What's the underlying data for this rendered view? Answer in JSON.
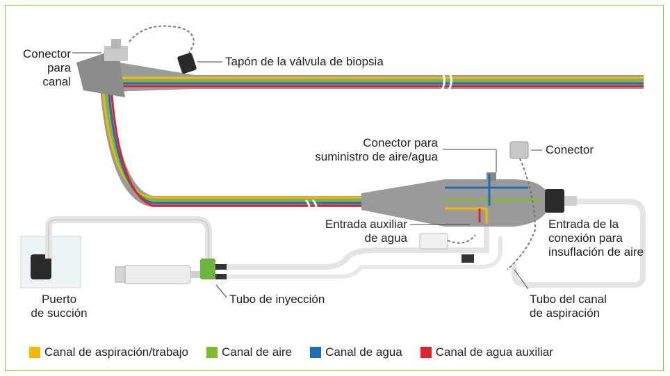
{
  "labels": {
    "channel_connector": [
      "Conector",
      "para",
      "canal"
    ],
    "biopsy_valve_cap": "Tapón de la válvula de biopsia",
    "air_water_connector": [
      "Conector para",
      "suministro de aire/agua"
    ],
    "connector": "Conector",
    "aux_water_inlet": [
      "Entrada auxiliar",
      "de agua"
    ],
    "air_insufflation_inlet": [
      "Entrada de la",
      "conexión para",
      "insuflación de aire"
    ],
    "suction_port": [
      "Puerto",
      "de succión"
    ],
    "injection_tube": "Tubo de inyección",
    "aspiration_channel_tube": [
      "Tubo del canal",
      "de aspiración"
    ]
  },
  "legend": [
    {
      "label": "Canal de aspiración/trabajo",
      "color": "#f5b800"
    },
    {
      "label": "Canal de aire",
      "color": "#7dbb2a"
    },
    {
      "label": "Canal de agua",
      "color": "#1f6eb5"
    },
    {
      "label": "Canal de agua auxiliar",
      "color": "#e3232a"
    }
  ],
  "colors": {
    "frame": "#8dc63f",
    "device": "#9a9a9a",
    "tube": "#e8e8e8"
  }
}
